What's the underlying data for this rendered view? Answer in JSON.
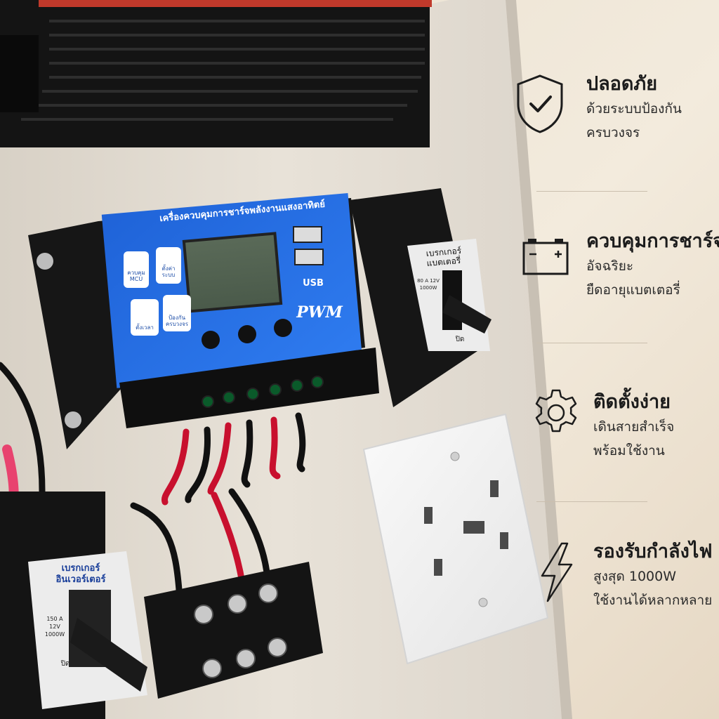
{
  "controller": {
    "header": "เครื่องควบคุมการชาร์จพลังงานแสงอาทิตย์",
    "btn_mcu": "ควบคุม MCU",
    "btn_setting": "ตั้งค่า ระบบ",
    "btn_timer": "ตั้งเวลา",
    "btn_protect": "ป้องกัน ครบวงจร",
    "usb": "USB",
    "pwm": "PWM"
  },
  "breaker_right": {
    "line1": "เบรกเกอร์",
    "line2": "แบตเตอรี่",
    "spec": "80 A 12V 1000W",
    "off": "ปิด"
  },
  "breaker_left": {
    "line1": "เบรกเกอร์",
    "line2": "อินเวอร์เตอร์",
    "spec": "150 A 12V 1000W",
    "off": "ปิด"
  },
  "features": [
    {
      "icon": "shield-check-icon",
      "title": "ปลอดภัย",
      "lines": [
        "ด้วยระบบป้องกัน",
        "ครบวงจร"
      ]
    },
    {
      "icon": "battery-icon",
      "title": "ควบคุมการชาร์จ",
      "lines": [
        "อัจฉริยะ",
        "ยืดอายุแบตเตอรี่"
      ]
    },
    {
      "icon": "gear-icon",
      "title": "ติดตั้งง่าย",
      "lines": [
        "เดินสายสำเร็จ",
        "พร้อมใช้งาน"
      ]
    },
    {
      "icon": "lightning-icon",
      "title": "รองรับกำลังไฟ",
      "lines": [
        "สูงสุด 1000W",
        "ใช้งานได้หลากหลาย"
      ]
    }
  ]
}
